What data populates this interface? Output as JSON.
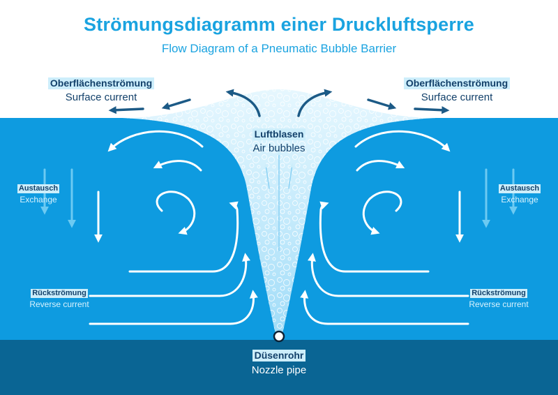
{
  "title": {
    "de": "Strömungsdiagramm einer Druckluftsperre",
    "en": "Flow Diagram of a Pneumatic Bubble Barrier"
  },
  "labels": {
    "surface_left": {
      "de": "Oberflächenströmung",
      "en": "Surface current"
    },
    "surface_right": {
      "de": "Oberflächenströmung",
      "en": "Surface current"
    },
    "bubbles": {
      "de": "Luftblasen",
      "en": "Air bubbles"
    },
    "exchange_left": {
      "de": "Austausch",
      "en": "Exchange"
    },
    "exchange_right": {
      "de": "Austausch",
      "en": "Exchange"
    },
    "reverse_left": {
      "de": "Rückströmung",
      "en": "Reverse current"
    },
    "reverse_right": {
      "de": "Rückströmung",
      "en": "Reverse current"
    },
    "nozzle": {
      "de": "Düsenrohr",
      "en": "Nozzle pipe"
    }
  },
  "colors": {
    "title": "#1aa3e0",
    "water": "#0e9be0",
    "water_bottom": "#0a6594",
    "label_text": "#12406a",
    "label_background": "#cdeefb",
    "arrows": "#ffffff",
    "surface_arrows": "#1c5a86"
  }
}
